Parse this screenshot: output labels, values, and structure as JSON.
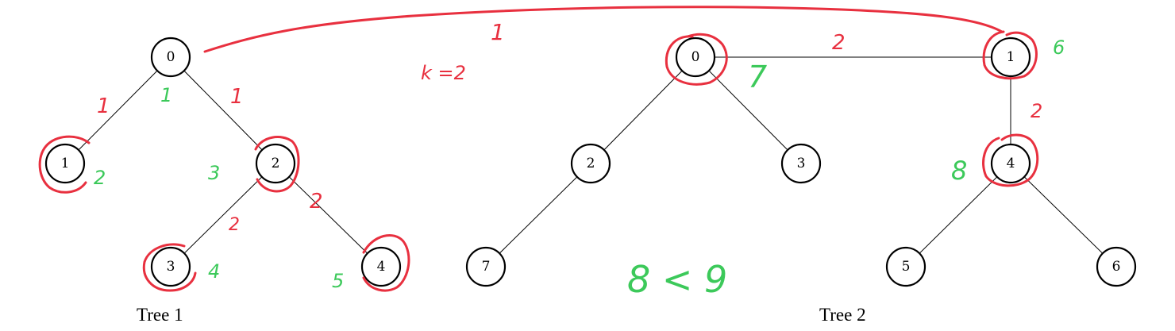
{
  "colors": {
    "ink": "#000000",
    "red_annotation": "#e8303f",
    "green_annotation": "#3cc95a"
  },
  "tree1": {
    "caption": "Tree 1",
    "nodes": [
      "0",
      "1",
      "2",
      "3",
      "4"
    ],
    "edges": [
      [
        "0",
        "1"
      ],
      [
        "0",
        "2"
      ],
      [
        "2",
        "3"
      ],
      [
        "2",
        "4"
      ]
    ]
  },
  "tree2": {
    "caption": "Tree 2",
    "nodes": [
      "0",
      "1",
      "2",
      "3",
      "4",
      "5",
      "6",
      "7"
    ],
    "edges": [
      [
        "0",
        "1"
      ],
      [
        "0",
        "2"
      ],
      [
        "0",
        "3"
      ],
      [
        "2",
        "7"
      ],
      [
        "1",
        "4"
      ],
      [
        "4",
        "5"
      ],
      [
        "4",
        "6"
      ]
    ]
  },
  "annotations": {
    "k_label": "k =2",
    "comparison": "8 < 9",
    "red_edge_weights": [
      "1",
      "1",
      "1",
      "2",
      "2",
      "2",
      "2"
    ],
    "green_scores_tree1": [
      "1",
      "2",
      "3",
      "4",
      "5"
    ],
    "green_scores_tree2": [
      "7",
      "6",
      "8"
    ]
  }
}
